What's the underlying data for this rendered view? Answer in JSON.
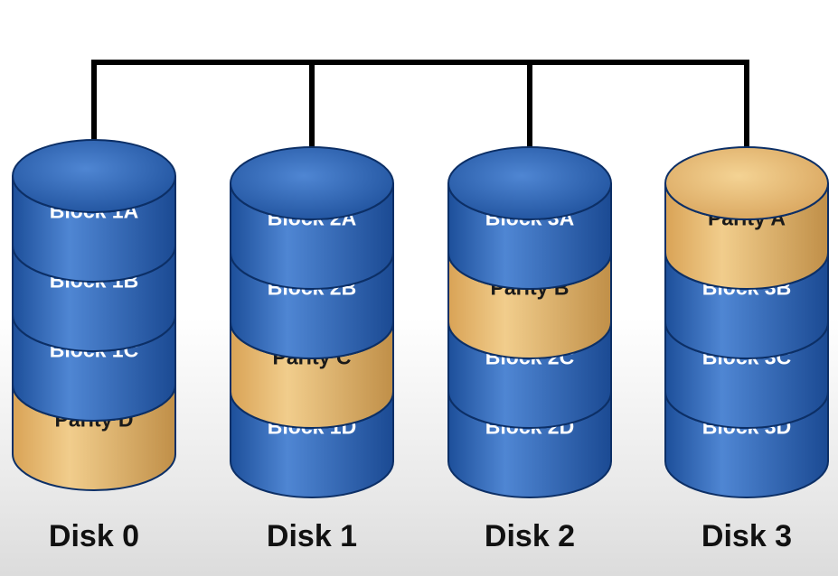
{
  "diagram": {
    "colors": {
      "blue": "#2f66b4",
      "blue_dark": "#123e80",
      "blue_light": "#5b92dc",
      "gold": "#e7b86a",
      "gold_dark": "#b88a45",
      "gold_light": "#f3d08e",
      "text_light": "#ffffff",
      "text_dark": "#1a1a1a",
      "bus": "#000000"
    },
    "disks": [
      {
        "label": "Disk 0",
        "top_type": "data",
        "blocks": [
          {
            "label": "Block 1A",
            "type": "data"
          },
          {
            "label": "Block 1B",
            "type": "data"
          },
          {
            "label": "Block 1C",
            "type": "data"
          },
          {
            "label": "Parity D",
            "type": "parity"
          }
        ]
      },
      {
        "label": "Disk 1",
        "top_type": "data",
        "blocks": [
          {
            "label": "Block 2A",
            "type": "data"
          },
          {
            "label": "Block 2B",
            "type": "data"
          },
          {
            "label": "Parity C",
            "type": "parity"
          },
          {
            "label": "Block 1D",
            "type": "data"
          }
        ]
      },
      {
        "label": "Disk 2",
        "top_type": "data",
        "blocks": [
          {
            "label": "Block 3A",
            "type": "data"
          },
          {
            "label": "Parity B",
            "type": "parity"
          },
          {
            "label": "Block 2C",
            "type": "data"
          },
          {
            "label": "Block 2D",
            "type": "data"
          }
        ]
      },
      {
        "label": "Disk 3",
        "top_type": "parity",
        "blocks": [
          {
            "label": "Parity A",
            "type": "parity"
          },
          {
            "label": "Block 3B",
            "type": "data"
          },
          {
            "label": "Block 3C",
            "type": "data"
          },
          {
            "label": "Block 3D",
            "type": "data"
          }
        ]
      }
    ]
  }
}
